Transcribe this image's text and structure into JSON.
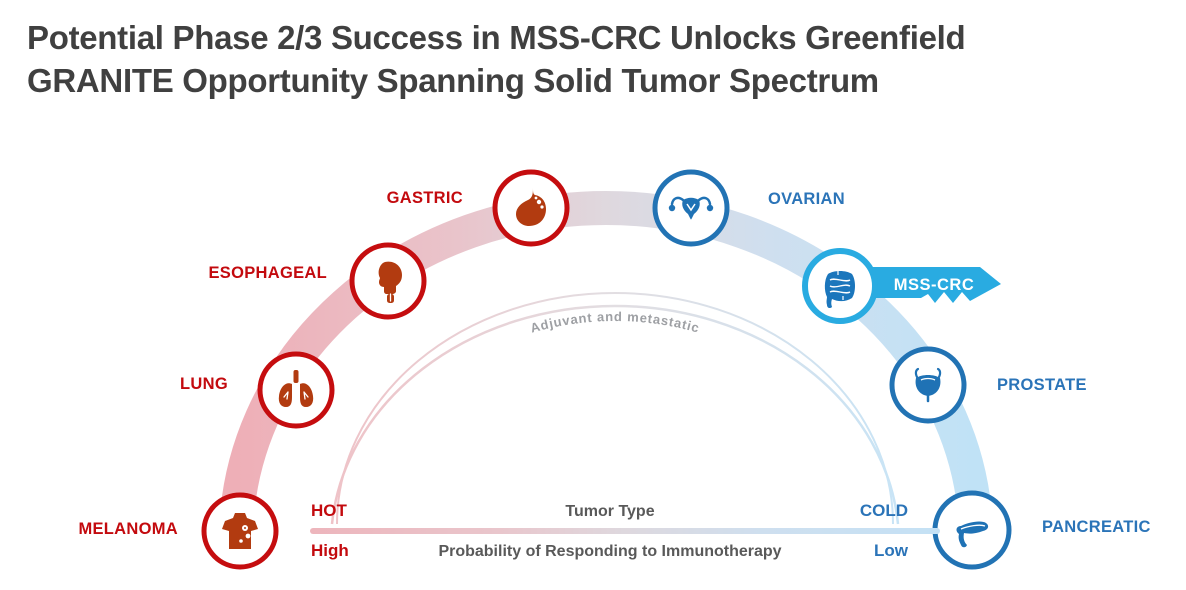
{
  "slide": {
    "title_line1": "Potential Phase 2/3 Success in MSS-CRC Unlocks Greenfield",
    "title_line2": "GRANITE Opportunity Spanning Solid Tumor Spectrum"
  },
  "arc_annotation": "Adjuvant and metastatic",
  "tumors": [
    {
      "label": "MELANOMA",
      "category": "hot",
      "icon": "melanoma-torso-icon"
    },
    {
      "label": "LUNG",
      "category": "hot",
      "icon": "lungs-icon"
    },
    {
      "label": "ESOPHAGEAL",
      "category": "hot",
      "icon": "head-throat-icon"
    },
    {
      "label": "GASTRIC",
      "category": "hot",
      "icon": "stomach-icon"
    },
    {
      "label": "OVARIAN",
      "category": "cold",
      "icon": "uterus-icon"
    },
    {
      "label": "MSS-CRC",
      "category": "highlighted",
      "icon": "intestine-icon"
    },
    {
      "label": "PROSTATE",
      "category": "cold",
      "icon": "bladder-icon"
    },
    {
      "label": "PANCREATIC",
      "category": "cold",
      "icon": "pancreas-icon"
    }
  ],
  "legend": {
    "left_top": "HOT",
    "right_top": "COLD",
    "axis1": "Tumor Type",
    "left_bottom": "High",
    "right_bottom": "Low",
    "axis2": "Probability of Responding to Immunotherapy"
  },
  "colors": {
    "hot_red": "#C30A0E",
    "cold_blue": "#2B74B8",
    "highlight_cyan": "#29ABE1",
    "organ_red": "#B23B10",
    "organ_blue": "#1F72B5",
    "title_gray": "#404040",
    "axis_gray": "#595959",
    "annotation_gray": "#9EA0A4",
    "band_pink": "#EEAFB7",
    "band_blue": "#C0E2F6"
  }
}
